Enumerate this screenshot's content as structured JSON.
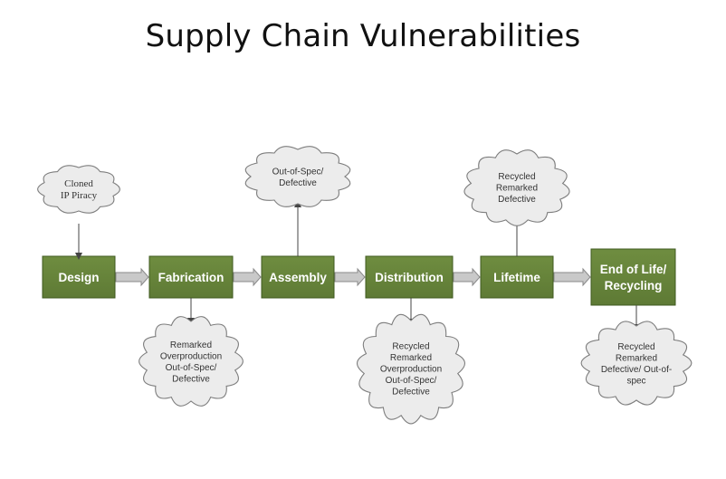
{
  "title": "Supply Chain Vulnerabilities",
  "colors": {
    "stage_fill": "#5e7a35",
    "stage_edge": "#3f5a1f",
    "cloud_fill": "#ececec",
    "cloud_edge": "#7d7d7d",
    "arrow_fill": "#c9c9c9"
  },
  "stages": [
    {
      "id": "design",
      "lines": [
        "Design"
      ]
    },
    {
      "id": "fabrication",
      "lines": [
        "Fabrication"
      ]
    },
    {
      "id": "assembly",
      "lines": [
        "Assembly"
      ]
    },
    {
      "id": "distribution",
      "lines": [
        "Distribution"
      ]
    },
    {
      "id": "lifetime",
      "lines": [
        "Lifetime"
      ]
    },
    {
      "id": "end-of-life",
      "lines": [
        "End of Life/",
        "Recycling"
      ]
    }
  ],
  "vulnerabilities": [
    {
      "stage": "design",
      "position": "above",
      "lines": [
        "Cloned",
        "IP Piracy"
      ]
    },
    {
      "stage": "fabrication",
      "position": "below",
      "lines": [
        "Remarked",
        "Overproduction",
        "Out-of-Spec/",
        "Defective"
      ]
    },
    {
      "stage": "assembly",
      "position": "above",
      "lines": [
        "Out-of-Spec/",
        "Defective"
      ]
    },
    {
      "stage": "distribution",
      "position": "below",
      "lines": [
        "Recycled",
        "Remarked",
        "Overproduction",
        "Out-of-Spec/",
        "Defective"
      ]
    },
    {
      "stage": "lifetime",
      "position": "above",
      "lines": [
        "Recycled",
        "Remarked",
        "Defective"
      ]
    },
    {
      "stage": "end-of-life",
      "position": "below",
      "lines": [
        "Recycled",
        "Remarked",
        "Defective/ Out-of-",
        "spec"
      ]
    }
  ]
}
